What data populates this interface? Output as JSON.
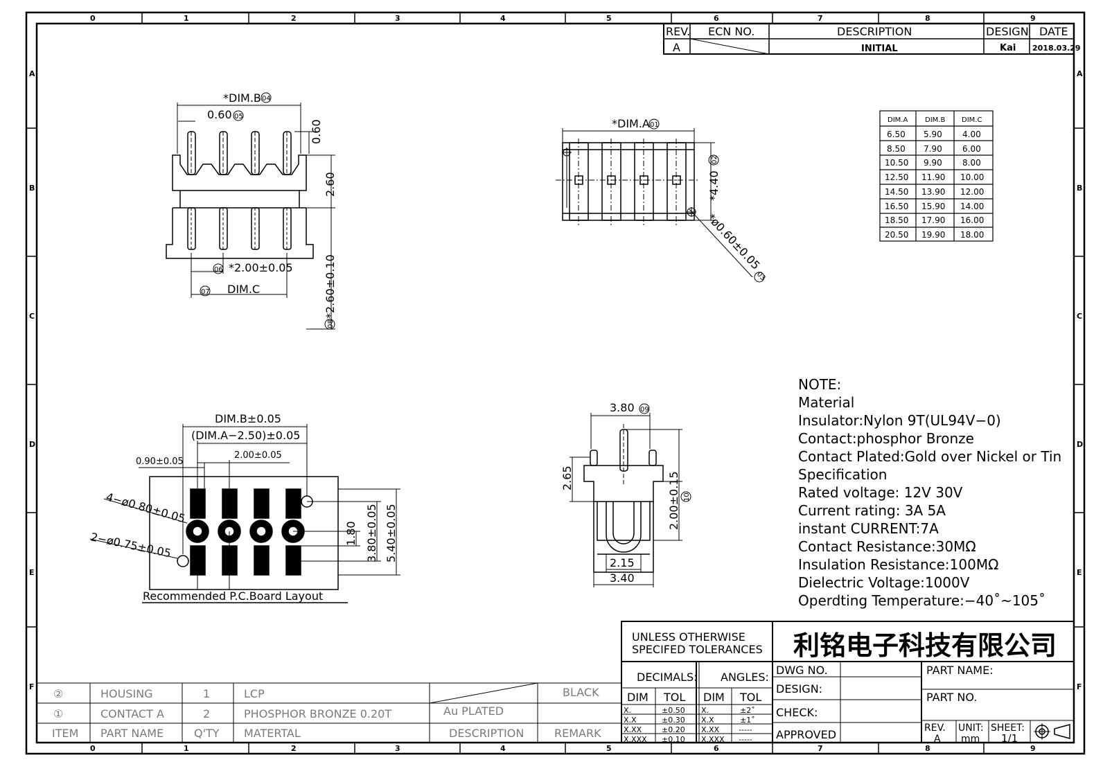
{
  "zone_columns": [
    "0",
    "1",
    "2",
    "3",
    "4",
    "5",
    "6",
    "7",
    "8",
    "9"
  ],
  "zone_rows": [
    "A",
    "B",
    "C",
    "D",
    "E",
    "F"
  ],
  "revision_block": {
    "headers": [
      "REV.",
      "ECN NO.",
      "DESCRIPTION",
      "DESIGN",
      "DATE"
    ],
    "rev": "A",
    "description": "INITIAL",
    "design": "Kai",
    "date": "2018.03.29"
  },
  "dim_table": {
    "headers": [
      "DIM.A",
      "DIM.B",
      "DIM.C"
    ],
    "rows": [
      [
        "6.50",
        "5.90",
        "4.00"
      ],
      [
        "8.50",
        "7.90",
        "6.00"
      ],
      [
        "10.50",
        "9.90",
        "8.00"
      ],
      [
        "12.50",
        "11.90",
        "10.00"
      ],
      [
        "14.50",
        "13.90",
        "12.00"
      ],
      [
        "16.50",
        "15.90",
        "14.00"
      ],
      [
        "18.50",
        "17.90",
        "16.00"
      ],
      [
        "20.50",
        "19.90",
        "18.00"
      ]
    ]
  },
  "front_view": {
    "dim_b": "*DIM.B",
    "dim_b_no": "04",
    "pin_width": "0.60",
    "pin_width_no": "05",
    "pin_tip": "0.60",
    "header_height": "2.60",
    "pitch": "*2.00±0.05",
    "pitch_no": "06",
    "dim_c": "DIM.C",
    "dim_c_no": "07",
    "tail_length": "*2.60±0.10",
    "tail_length_no": "08"
  },
  "top_view": {
    "dim_a": "*DIM.A",
    "dim_a_no": "01",
    "depth": "*4.40",
    "depth_no": "02",
    "pin_dia": "*ø0.60±0.05",
    "pin_dia_no": "03"
  },
  "side_view": {
    "width": "3.80",
    "width_no": "09",
    "height": "2.65",
    "tail": "2.00±0.15",
    "tail_no": "10",
    "inner": "2.15",
    "outer": "3.40"
  },
  "pcb_layout": {
    "dim_b": "DIM.B±0.05",
    "dim_a": "(DIM.A−2.50)±0.05",
    "pitch": "2.00±0.05",
    "edge": "0.90±0.05",
    "holes_4": "4−ø0.80±0.05",
    "holes_2": "2−ø0.75±0.05",
    "row_gap": "1.80",
    "row_span": "3.80±0.05",
    "total": "5.40±0.05",
    "caption": "Recommended P.C.Board Layout"
  },
  "notes": [
    "NOTE:",
    "Material",
    "Insulator:Nylon 9T(UL94V−0)",
    "Contact:phosphor Bronze",
    "Contact Plated:Gold over Nickel or Tin",
    "Specification",
    "Rated voltage: 12V 30V",
    "Current rating: 3A   5A",
    "instant CURRENT:7A",
    "Contact Resistance:30MΩ",
    "Insulation Resistance:100MΩ",
    "Dielectric Voltage:1000V",
    "Operdting Temperature:−40˚~105˚"
  ],
  "bom": {
    "rows": [
      {
        "no": "②",
        "name": "HOUSING",
        "qty": "1",
        "material": "LCP",
        "description": "",
        "remark": "BLACK"
      },
      {
        "no": "①",
        "name": "CONTACT A",
        "qty": "2",
        "material": "PHOSPHOR BRONZE 0.20T",
        "description": "Au PLATED",
        "remark": ""
      }
    ],
    "headers": [
      "ITEM",
      "PART NAME",
      "Q'TY",
      "MATERTAL",
      "DESCRIPTION",
      "REMARK"
    ]
  },
  "title_block": {
    "tolerance_title_1": "UNLESS OTHERWISE",
    "tolerance_title_2": "SPECIFED TOLERANCES",
    "company": "利铭电子科技有限公司",
    "decimals": "DECIMALS:",
    "angles": "ANGLES:",
    "dim": "DIM",
    "tol": "TOL",
    "decimal_rows": [
      [
        "X.",
        "±0.50"
      ],
      [
        "X.X",
        "±0.30"
      ],
      [
        "X.XX",
        "±0.20"
      ],
      [
        "X.XXX",
        "±0.10"
      ]
    ],
    "angle_rows": [
      [
        "X.",
        "±2˚"
      ],
      [
        "X.X",
        "±1˚"
      ],
      [
        "X.XX",
        "-----"
      ],
      [
        "X.XXX",
        "-----"
      ]
    ],
    "dwg_no": "DWG NO.",
    "design": "DESIGN:",
    "check": "CHECK:",
    "approved": "APPROVED",
    "part_name": "PART NAME:",
    "part_no": "PART NO.",
    "rev_label": "REV.",
    "rev_value": "A",
    "unit_label": "UNIT:",
    "unit_value": "mm",
    "sheet_label": "SHEET:",
    "sheet_value": "1/1"
  }
}
